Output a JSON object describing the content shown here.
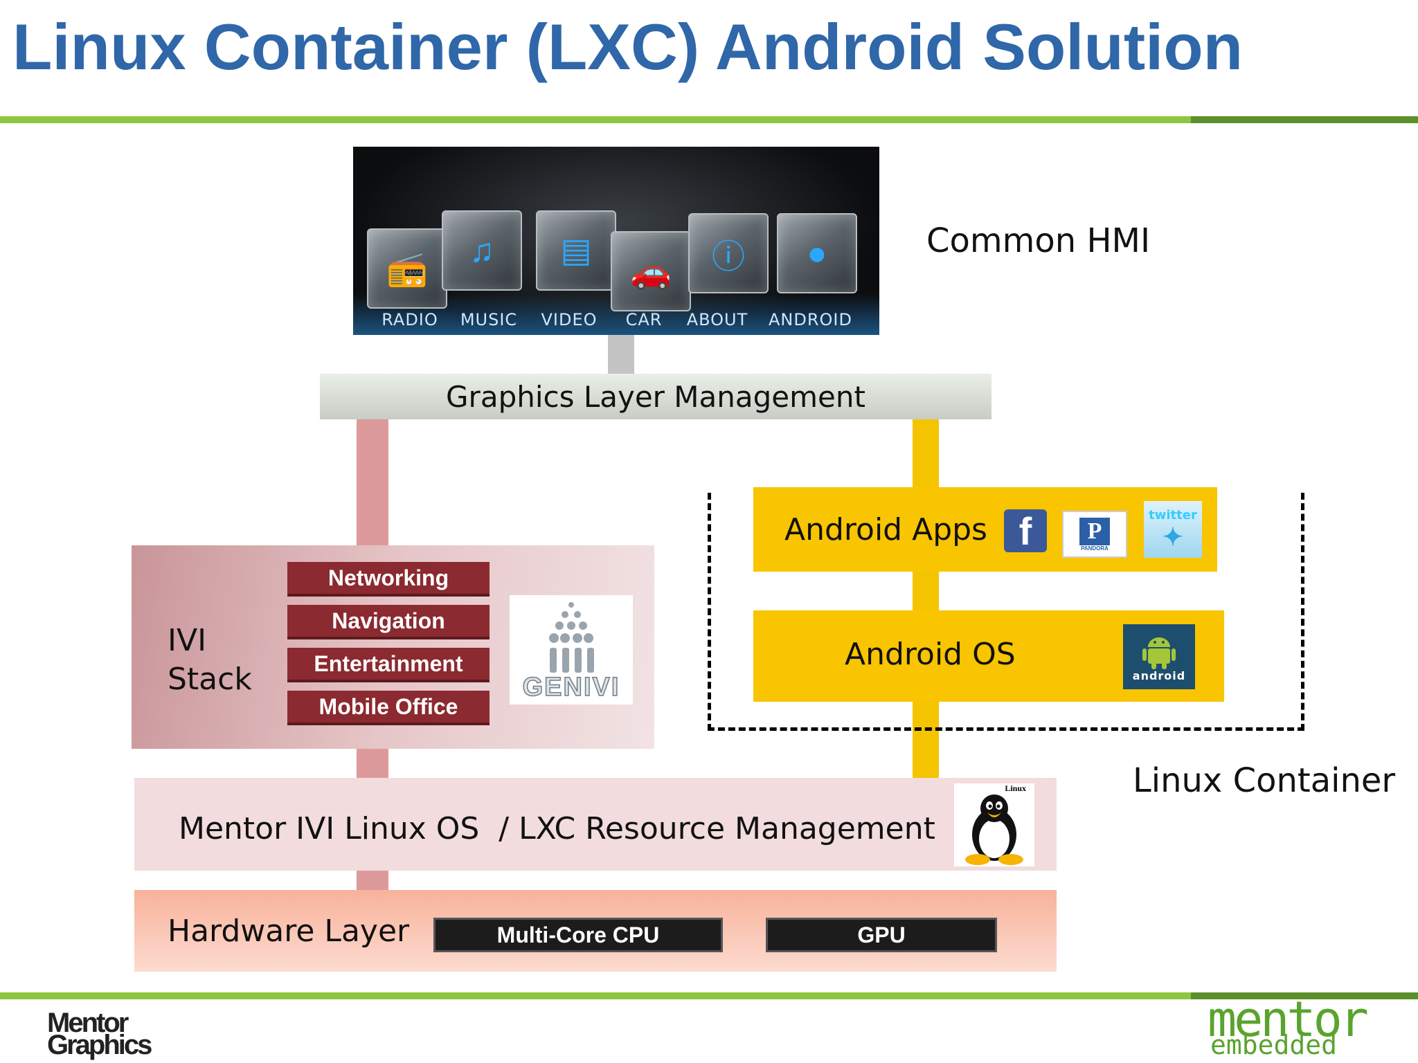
{
  "title": "Linux Container (LXC) Android Solution",
  "colors": {
    "title": "#2f67a8",
    "rule": "#8dc63f",
    "ivi_item": "#8b2a30",
    "android": "#f9c400",
    "hardware": "#f8b29a"
  },
  "hmi": {
    "label": "Common HMI",
    "tiles": [
      {
        "label": "RADIO",
        "icon": "radio-icon"
      },
      {
        "label": "MUSIC",
        "icon": "music-note-icon"
      },
      {
        "label": "VIDEO",
        "icon": "film-icon"
      },
      {
        "label": "CAR",
        "icon": "car-icon"
      },
      {
        "label": "ABOUT",
        "icon": "info-icon"
      },
      {
        "label": "ANDROID",
        "icon": "android-robot-icon"
      }
    ]
  },
  "graphics_layer": "Graphics Layer Management",
  "ivi": {
    "label": "IVI Stack",
    "items": [
      "Networking",
      "Navigation",
      "Entertainment",
      "Mobile Office"
    ],
    "logo_text": "GENIVI"
  },
  "android": {
    "apps_label": "Android Apps",
    "os_label": "Android OS",
    "app_icons": [
      {
        "name": "facebook-icon",
        "text": "f"
      },
      {
        "name": "pandora-icon",
        "text": "P",
        "caption": "PANDORA"
      },
      {
        "name": "twitter-icon",
        "text": "twitter"
      }
    ],
    "android_logo_text": "android"
  },
  "container_label": "Linux Container",
  "os_layer": {
    "label": "Mentor IVI Linux OS  / LXC Resource Management",
    "tux_caption": "Linux"
  },
  "hardware": {
    "label": "Hardware Layer",
    "cpu": "Multi-Core CPU",
    "gpu": "GPU"
  },
  "footer": {
    "left_logo": "Mentor Graphics",
    "right_logo_top": "mentor",
    "right_logo_bottom": "embedded"
  }
}
